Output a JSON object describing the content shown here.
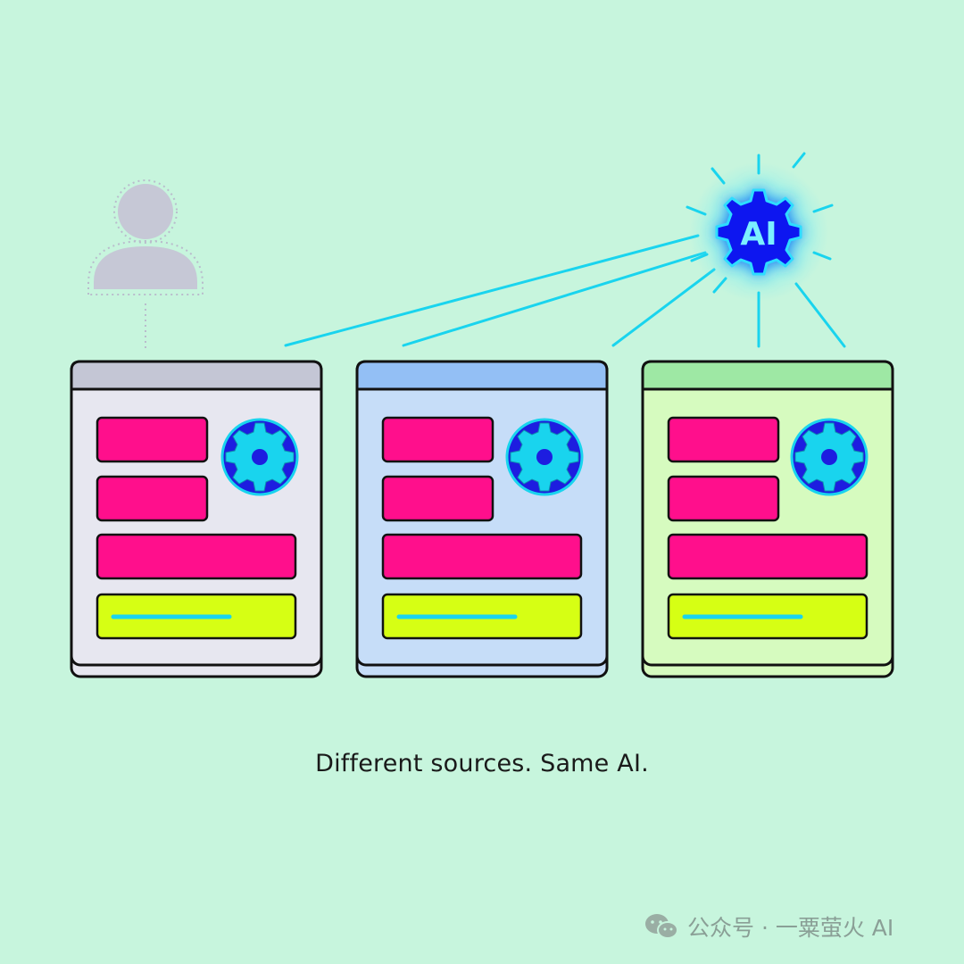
{
  "caption": "Different sources. Same AI.",
  "ai_badge": {
    "label": "AI"
  },
  "watermark": {
    "text": "公众号 · 一粟萤火 AI"
  },
  "windows": [
    {
      "id": "gray",
      "frame_color": "#e7e7f0",
      "title_bar_color": "#c4c6d5"
    },
    {
      "id": "blue",
      "frame_color": "#c6ddf8",
      "title_bar_color": "#93bff5"
    },
    {
      "id": "green",
      "frame_color": "#d6fbbf",
      "title_bar_color": "#9ee8a4"
    }
  ],
  "colors": {
    "background": "#c7f5dd",
    "magenta_block": "#ff0f8c",
    "lime_bar": "#d6ff14",
    "cyan_line": "#19d4ee",
    "gear_circle": "#1d1de0",
    "gear_cyan": "#19d4ee",
    "user_silhouette": "#c6c8d6"
  },
  "icons": [
    "user-silhouette-icon",
    "ai-gear-icon",
    "gear-icon",
    "wechat-icon"
  ]
}
